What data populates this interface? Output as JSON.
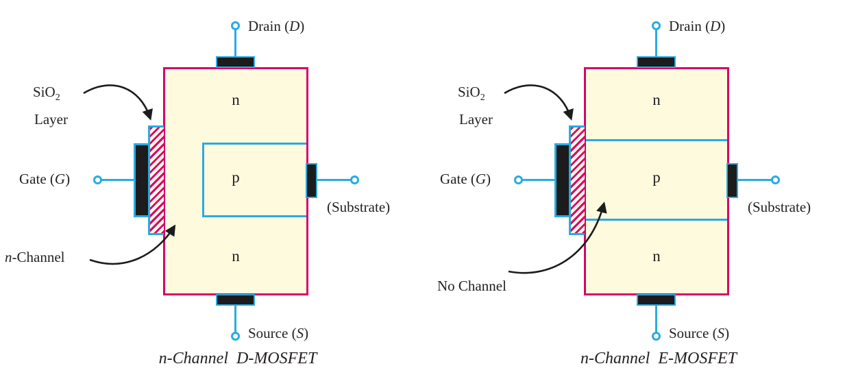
{
  "figure": {
    "colors": {
      "outline_magenta": "#d5006d",
      "lead_cyan": "#29abe2",
      "body_fill": "#fdfadd",
      "contact_black": "#1c1c1c",
      "text": "#231f20"
    },
    "diagrams": [
      {
        "name": "D-MOSFET",
        "caption": "n-Channel  D-MOSFET",
        "regions": {
          "top": "n",
          "middle": "p",
          "bottom": "n"
        },
        "labels": {
          "drain": {
            "pre": "Drain (",
            "sym": "D",
            "post": ")"
          },
          "source": {
            "pre": "Source (",
            "sym": "S",
            "post": ")"
          },
          "gate": {
            "pre": "Gate (",
            "sym": "G",
            "post": ")"
          },
          "substrate": "(Substrate)",
          "oxide": {
            "formula": "SiO",
            "subscript": "2",
            "line2": "Layer"
          },
          "channel": {
            "italic": "n",
            "rest": "-Channel"
          }
        }
      },
      {
        "name": "E-MOSFET",
        "caption": "n-Channel  E-MOSFET",
        "regions": {
          "top": "n",
          "middle": "p",
          "bottom": "n"
        },
        "labels": {
          "drain": {
            "pre": "Drain (",
            "sym": "D",
            "post": ")"
          },
          "source": {
            "pre": "Source (",
            "sym": "S",
            "post": ")"
          },
          "gate": {
            "pre": "Gate (",
            "sym": "G",
            "post": ")"
          },
          "substrate": "(Substrate)",
          "oxide": {
            "formula": "SiO",
            "subscript": "2",
            "line2": "Layer"
          },
          "channel": {
            "italic": "",
            "rest": "No Channel"
          }
        }
      }
    ]
  }
}
